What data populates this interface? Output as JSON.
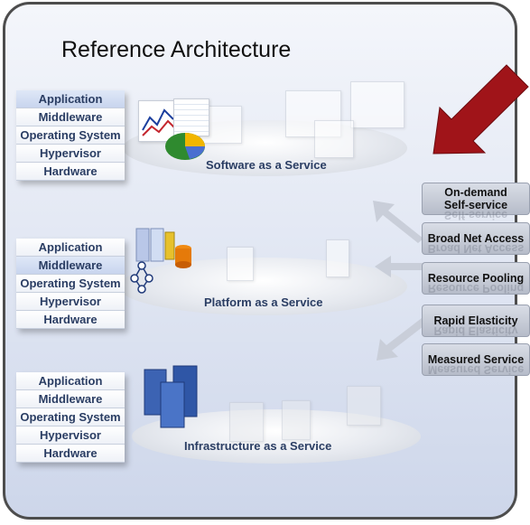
{
  "title": "Reference Architecture",
  "stacks": [
    {
      "cloud_label": "Software as a Service",
      "layers": [
        {
          "label": "Application",
          "highlighted": true
        },
        {
          "label": "Middleware",
          "highlighted": false
        },
        {
          "label": "Operating System",
          "highlighted": false
        },
        {
          "label": "Hypervisor",
          "highlighted": false
        },
        {
          "label": "Hardware",
          "highlighted": false
        }
      ]
    },
    {
      "cloud_label": "Platform as a Service",
      "layers": [
        {
          "label": "Application",
          "highlighted": false
        },
        {
          "label": "Middleware",
          "highlighted": true
        },
        {
          "label": "Operating System",
          "highlighted": false
        },
        {
          "label": "Hypervisor",
          "highlighted": false
        },
        {
          "label": "Hardware",
          "highlighted": false
        }
      ]
    },
    {
      "cloud_label": "Infrastructure as a Service",
      "layers": [
        {
          "label": "Application",
          "highlighted": false
        },
        {
          "label": "Middleware",
          "highlighted": false
        },
        {
          "label": "Operating System",
          "highlighted": false
        },
        {
          "label": "Hypervisor",
          "highlighted": false
        },
        {
          "label": "Hardware",
          "highlighted": false
        }
      ]
    }
  ],
  "characteristics": [
    {
      "label": "On-demand\nSelf-service",
      "reflection": "Self-service"
    },
    {
      "label": "Broad Net Access",
      "reflection": "Broad Net Access"
    },
    {
      "label": "Resource Pooling",
      "reflection": "Resource Pooling"
    },
    {
      "label": "Rapid Elasticity",
      "reflection": "Rapid Elasticity"
    },
    {
      "label": "Measured Service",
      "reflection": "Measured Service"
    }
  ],
  "colors": {
    "layer_text": "#2a3d63",
    "highlight_layer": "#c8d5ee",
    "big_arrow": "#a01419",
    "panel_border": "#4d4d4d"
  }
}
